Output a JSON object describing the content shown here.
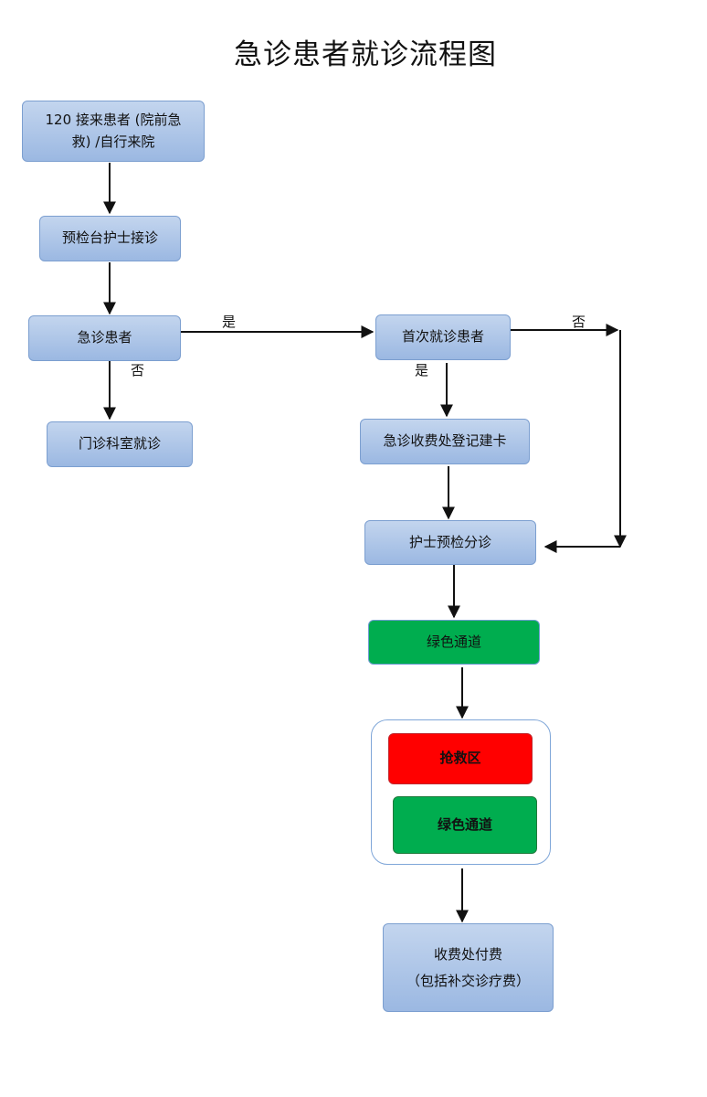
{
  "title": "急诊患者就诊流程图",
  "nodes": {
    "arrival_line1": "120 接来患者 (院前急",
    "arrival_line2": "救) /自行来院",
    "pre_check_desk": "预检台护士接诊",
    "emergency_patient": "急诊患者",
    "outpatient_dept": "门诊科室就诊",
    "first_visit": "首次就诊患者",
    "registration": "急诊收费处登记建卡",
    "nurse_triage": "护士预检分诊",
    "green_channel": "绿色通道",
    "rescue_area": "抢救区",
    "green_channel_inner": "绿色通道",
    "payment_line1": "收费处付费",
    "payment_line2": "（包括补交诊疗费）"
  },
  "edge_labels": {
    "emergency_yes": "是",
    "emergency_no": "否",
    "first_visit_yes": "是",
    "first_visit_no": "否"
  },
  "colors": {
    "node_fill": "#9bb8e2",
    "green_channel": "#00ad4f",
    "rescue_area": "#ff0000"
  }
}
